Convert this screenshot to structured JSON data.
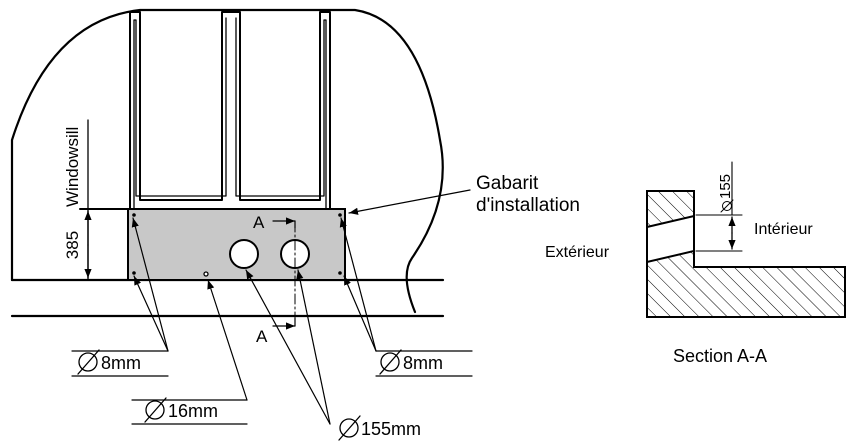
{
  "main_view": {
    "height_dim": "385",
    "windowsill_label": "Windowsill",
    "template_label_line1": "Gabarit",
    "template_label_line2": "d'installation",
    "section_marker_top": "A",
    "section_marker_bottom": "A",
    "hole_8mm_left": "8mm",
    "hole_8mm_right": "8mm",
    "hole_16mm": "16mm",
    "hole_155mm": "155mm"
  },
  "section_view": {
    "diameter_label": "155",
    "interior_label": "Intérieur",
    "exterior_label": "Extérieur",
    "title": "Section A-A"
  },
  "colors": {
    "template_fill": "#c8c8c8",
    "line": "#000000",
    "background": "#ffffff"
  }
}
